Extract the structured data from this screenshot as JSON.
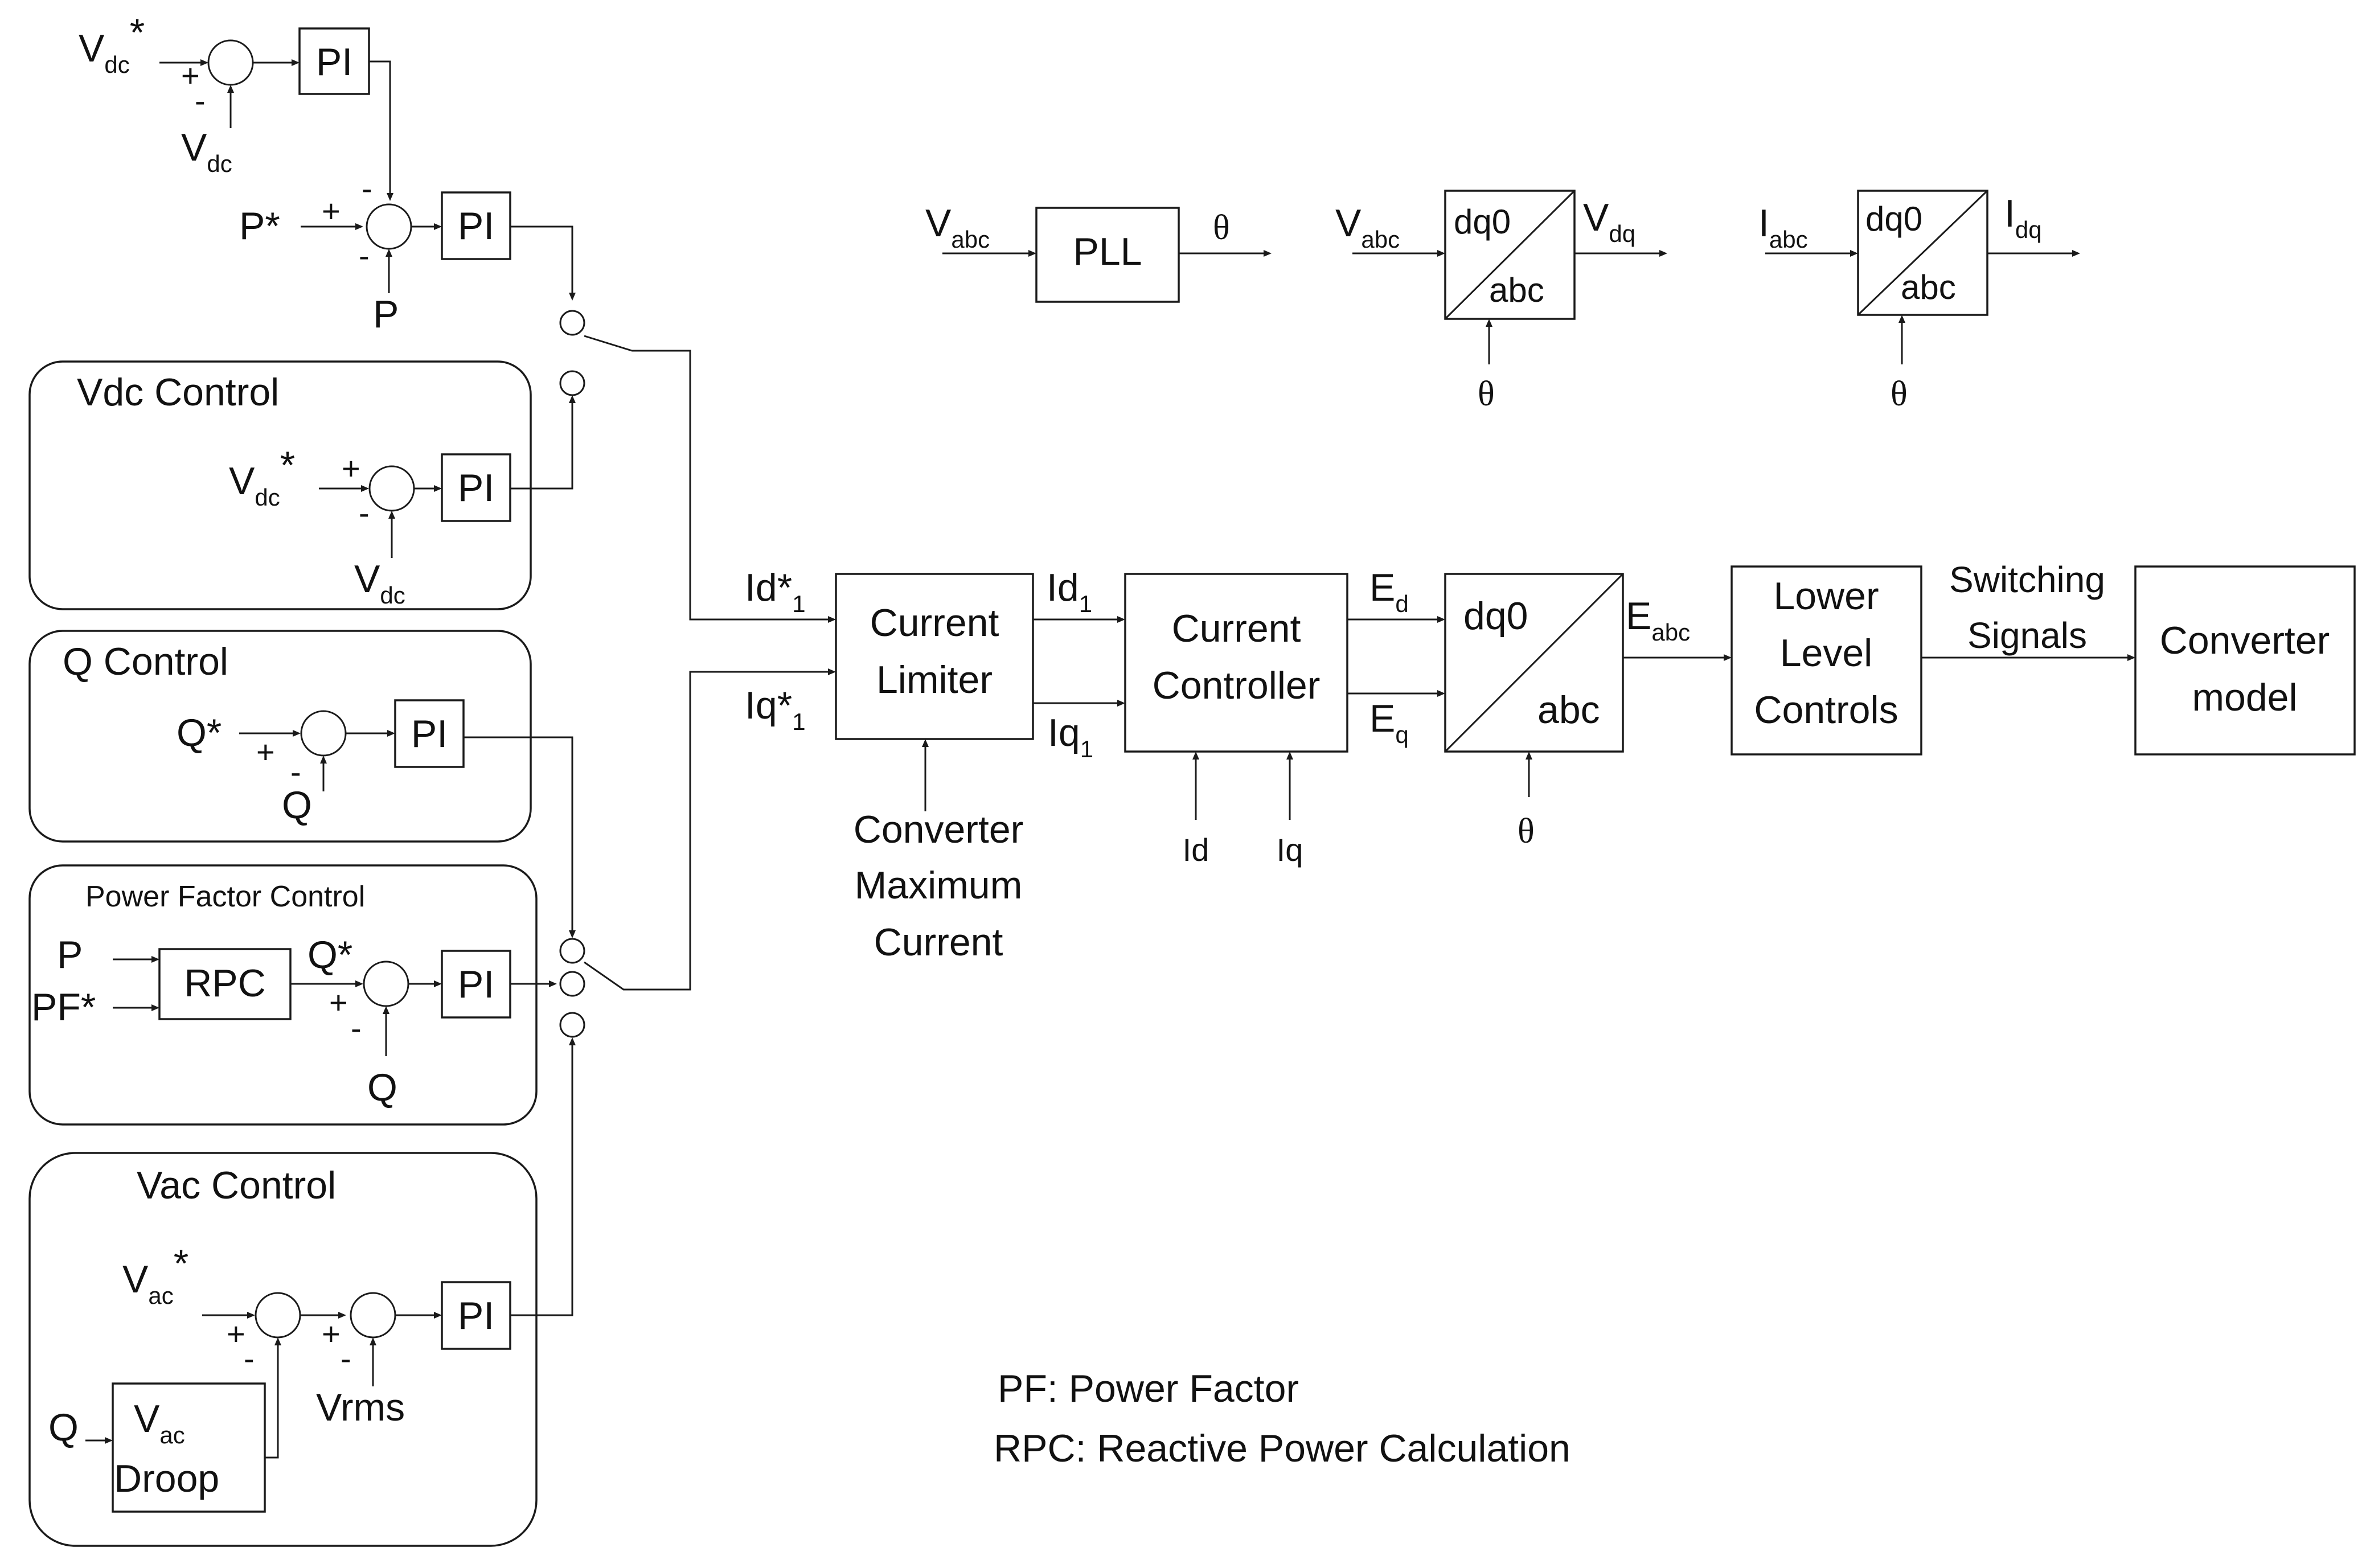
{
  "signals": {
    "vdc_ref": "V",
    "vdc_ref_sub": "dc",
    "vdc_ref_sup": "*",
    "vdc": "V",
    "vdc_sub": "dc",
    "p_ref": "P*",
    "p": "P",
    "q_ref": "Q*",
    "q": "Q",
    "pf_ref": "PF*",
    "vac_ref": "V",
    "vac_ref_sub": "ac",
    "vac_ref_sup": "*",
    "vrms": "Vrms",
    "id_ref": "Id*",
    "id_ref_sub": "1",
    "iq_ref": "Iq*",
    "iq_ref_sub": "1",
    "id_lim": "Id",
    "id_lim_sub": "1",
    "iq_lim": "Iq",
    "iq_lim_sub": "1",
    "id": "Id",
    "iq": "Iq",
    "ed": "E",
    "ed_sub": "d",
    "eq": "E",
    "eq_sub": "q",
    "eabc": "E",
    "eabc_sub": "abc",
    "vabc": "V",
    "vabc_sub": "abc",
    "vdq": "V",
    "vdq_sub": "dq",
    "iabc": "I",
    "iabc_sub": "abc",
    "idq": "I",
    "idq_sub": "dq",
    "theta": "θ",
    "switching_l1": "Switching",
    "switching_l2": "Signals",
    "conv_max_l1": "Converter",
    "conv_max_l2": "Maximum",
    "conv_max_l3": "Current",
    "plus": "+",
    "minus": "-"
  },
  "groups": {
    "vdc_control": "Vdc Control",
    "q_control": "Q Control",
    "pf_control": "Power Factor Control",
    "vac_control": "Vac Control"
  },
  "blocks": {
    "pi": "PI",
    "rpc": "RPC",
    "pll": "PLL",
    "dq0": "dq0",
    "abc": "abc",
    "current_limiter_l1": "Current",
    "current_limiter_l2": "Limiter",
    "current_controller_l1": "Current",
    "current_controller_l2": "Controller",
    "lower_level_l1": "Lower",
    "lower_level_l2": "Level",
    "lower_level_l3": "Controls",
    "converter_l1": "Converter",
    "converter_l2": "model",
    "vac_droop_l1": "V",
    "vac_droop_l1_sub": "ac",
    "vac_droop_l2": "Droop"
  },
  "legend": {
    "pf": "PF: Power Factor",
    "rpc": "RPC: Reactive Power  Calculation"
  }
}
